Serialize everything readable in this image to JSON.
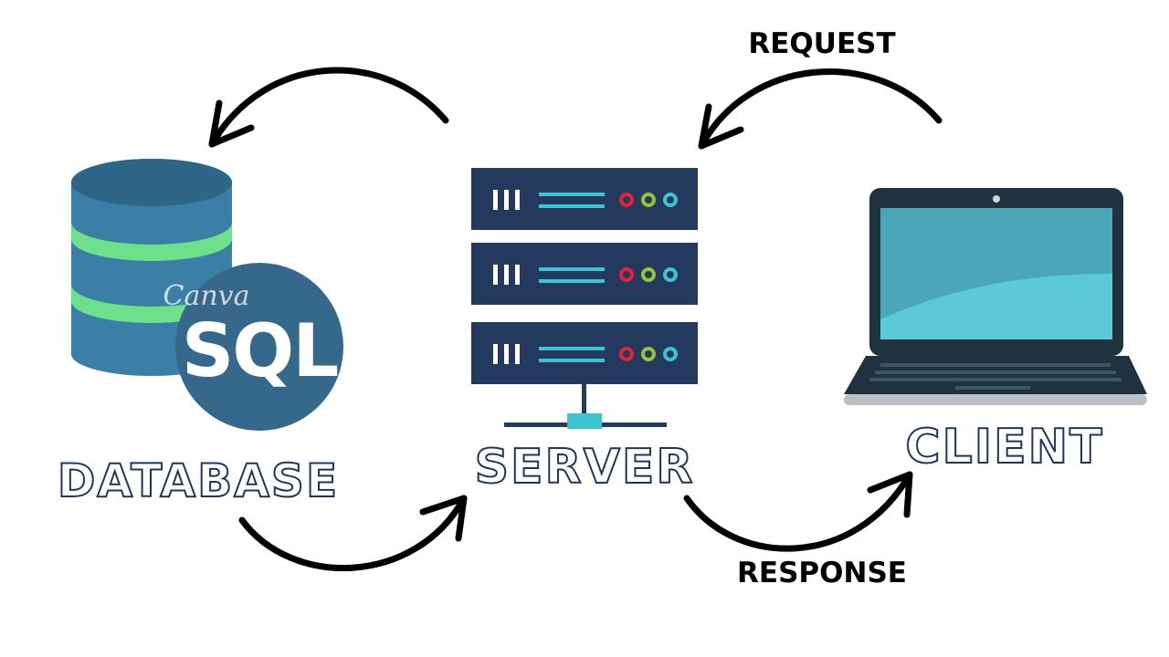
{
  "nodes": {
    "database": {
      "label": "DATABASE",
      "badge": "SQL",
      "watermark": "Canva"
    },
    "server": {
      "label": "SERVER"
    },
    "client": {
      "label": "CLIENT"
    }
  },
  "flows": {
    "request": {
      "label": "REQUEST"
    },
    "response": {
      "label": "RESPONSE"
    }
  },
  "colors": {
    "db_body": "#3b7fa6",
    "db_top": "#2f6587",
    "db_band": "#6ee08c",
    "sql_circle": "#35688a",
    "server_unit": "#24395e",
    "server_accent": "#3ec3cf",
    "led_red": "#e4223c",
    "led_green": "#93c63a",
    "led_cyan": "#3ec3cf",
    "laptop_frame": "#20323d",
    "laptop_screen": "#5cc9d8",
    "outline_text": "#1f3555"
  }
}
